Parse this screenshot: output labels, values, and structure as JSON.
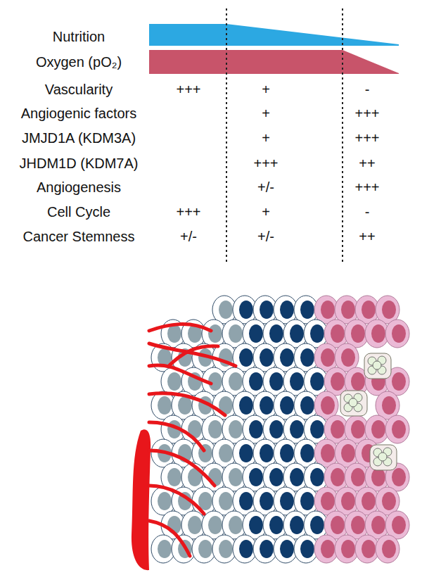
{
  "diagram": {
    "labels": [
      "Nutrition",
      "Oxygen (pO₂)",
      "Vascularity",
      "+++",
      "+",
      "-",
      "Angiogenic factors",
      "+",
      "+++",
      "JMJD1A (KDM3A)",
      "+",
      "+++",
      "JHDM1D (KDM7A)",
      "+++",
      "++",
      "Angiogenesis",
      "+/-",
      "+++",
      "Cell Cycle",
      "+++",
      "+",
      "-",
      "Cancer Stemness",
      "+/-",
      "+/-",
      "++"
    ]
  }
}
